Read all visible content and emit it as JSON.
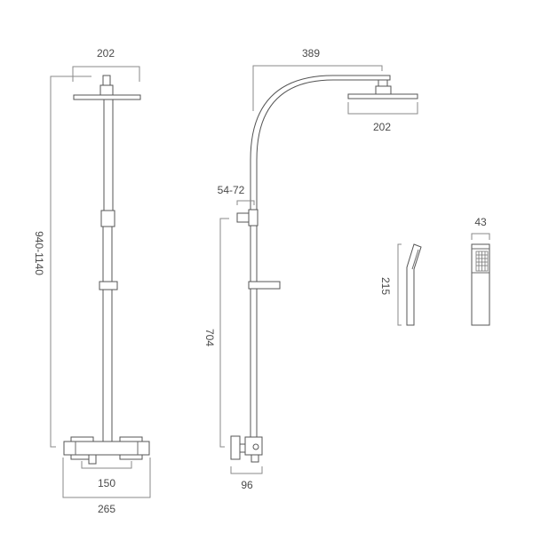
{
  "title": "Shower kit technical drawing",
  "line_color": "#555555",
  "front_view": {
    "head_width": "202",
    "height_range": "940-1140",
    "valve_centres": "150",
    "valve_width": "265"
  },
  "side_view": {
    "arm_projection": "389",
    "head_width": "202",
    "diverter_offset": "54-72",
    "outlet_height": "704",
    "valve_depth": "96"
  },
  "handset": {
    "length": "215",
    "width": "43"
  }
}
